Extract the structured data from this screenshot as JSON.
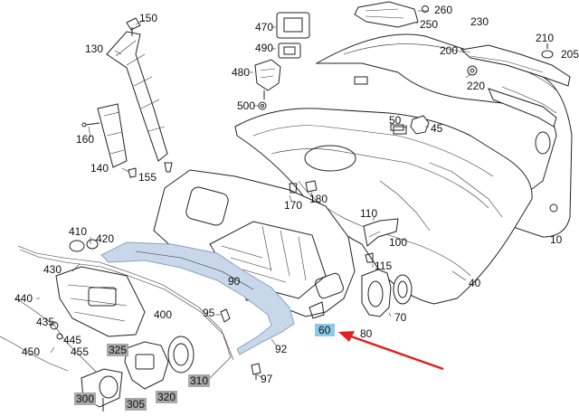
{
  "labels": {
    "p10": "10",
    "p40": "40",
    "p45": "45",
    "p50": "50",
    "p60": "60",
    "p70": "70",
    "p80": "80",
    "p90": "90",
    "p92": "92",
    "p95": "95",
    "p97": "97",
    "p100": "100",
    "p110": "110",
    "p115": "115",
    "p130": "130",
    "p140": "140",
    "p150": "150",
    "p155": "155",
    "p160": "160",
    "p170": "170",
    "p180": "180",
    "p200": "200",
    "p205": "205",
    "p210": "210",
    "p220": "220",
    "p230": "230",
    "p250": "250",
    "p260": "260",
    "p300": "300",
    "p305": "305",
    "p310": "310",
    "p320": "320",
    "p325": "325",
    "p400": "400",
    "p410": "410",
    "p420": "420",
    "p430": "430",
    "p435": "435",
    "p440": "440",
    "p445": "445",
    "p450": "450",
    "p455": "455",
    "p470": "470",
    "p480": "480",
    "p490": "490",
    "p500": "500"
  },
  "highlight": {
    "selected_part": "60",
    "selected_color": "#8cc8e8",
    "grey_parts": [
      "300",
      "305",
      "310",
      "320",
      "325"
    ],
    "grey_color": "#a8a8a8",
    "arrow_color": "#e02020"
  }
}
